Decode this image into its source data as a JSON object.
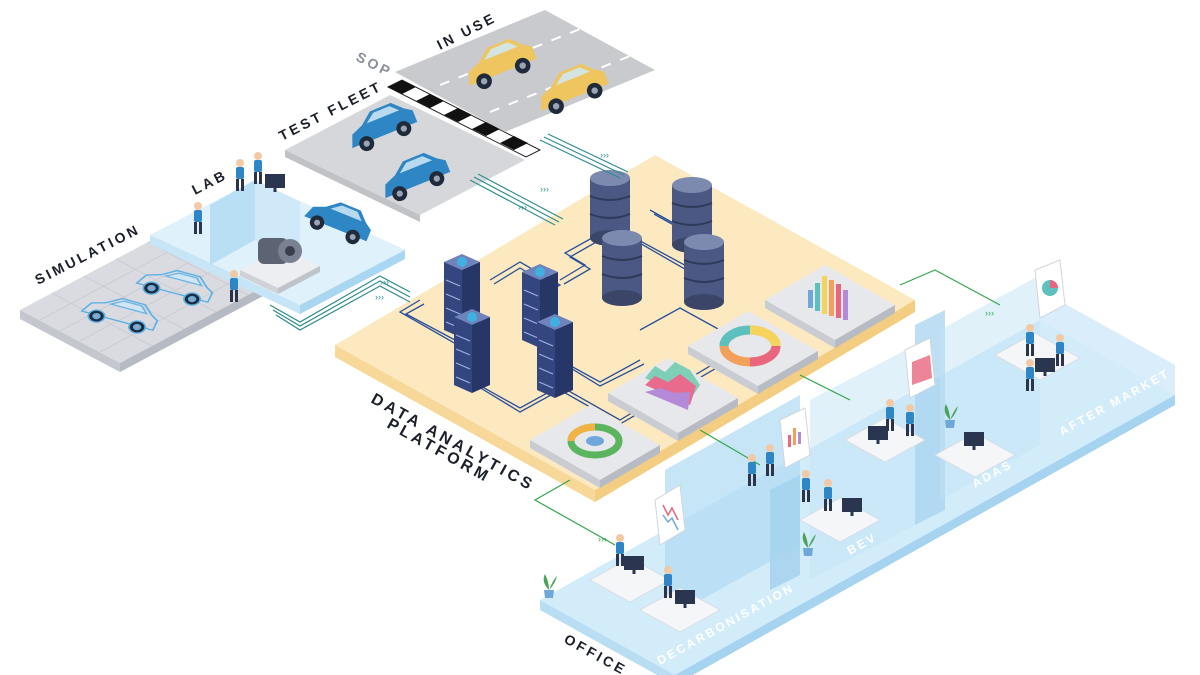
{
  "stages": {
    "simulation": "SIMULATION",
    "lab": "LAB",
    "test_fleet": "TEST FLEET",
    "sop": "SOP",
    "in_use": "IN USE"
  },
  "platform": {
    "line1": "DATA ANALYTICS",
    "line2": "PLATFORM"
  },
  "departments": {
    "office": "OFFICE",
    "decarbonisation": "DECARBONISATION",
    "bev": "BEV",
    "adas": "ADAS",
    "after_market": "AFTER MARKET"
  },
  "colors": {
    "platform_fill": "#fde9bf",
    "platform_edge": "#f7d899",
    "office_floor": "#d3ecfa",
    "office_wall": "#b3dcf3",
    "pipe": "#2a4f9c",
    "green_link": "#33a54a",
    "car_blue": "#2f86c5",
    "car_yellow": "#eec55f",
    "database": "#4b5883",
    "server": "#3b4f8a"
  },
  "icons": [
    "database-icon",
    "server-icon",
    "donut-chart-icon",
    "bar-chart-icon",
    "car-icon",
    "person-icon",
    "monitor-icon",
    "plant-icon",
    "chevron-right-icon"
  ]
}
